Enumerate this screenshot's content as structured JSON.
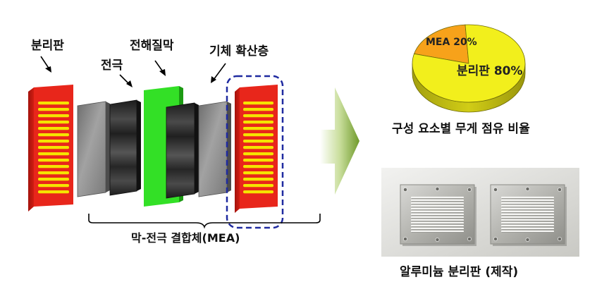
{
  "diagram": {
    "labels": {
      "separator_plate": "분리판",
      "electrode": "전극",
      "electrolyte_membrane": "전해질막",
      "gas_diffusion_layer": "기체 확산층",
      "mea_assembly": "막-전극 결합체(MEA)"
    },
    "colors": {
      "separator_red": "#e8261b",
      "channel_yellow": "#f5e400",
      "membrane_green": "#33e026",
      "electrode_dark": "#2e2e2e",
      "gdl_gray": "#8a8a8a",
      "dashed_box_blue": "#1f2aa0",
      "arrow_green": "#8fb53a"
    }
  },
  "weight_chart": {
    "caption": "구성 요소별 무게 점유 비율",
    "chart_data": {
      "type": "pie",
      "title": "",
      "slices": [
        {
          "label": "MEA",
          "value": 20,
          "text": "MEA 20%",
          "color": "#f7a21a"
        },
        {
          "label": "분리판",
          "value": 80,
          "text": "분리판 80%",
          "color": "#f2ef1c"
        }
      ]
    }
  },
  "photo": {
    "caption": "알루미늄 분리판 (제작)"
  }
}
